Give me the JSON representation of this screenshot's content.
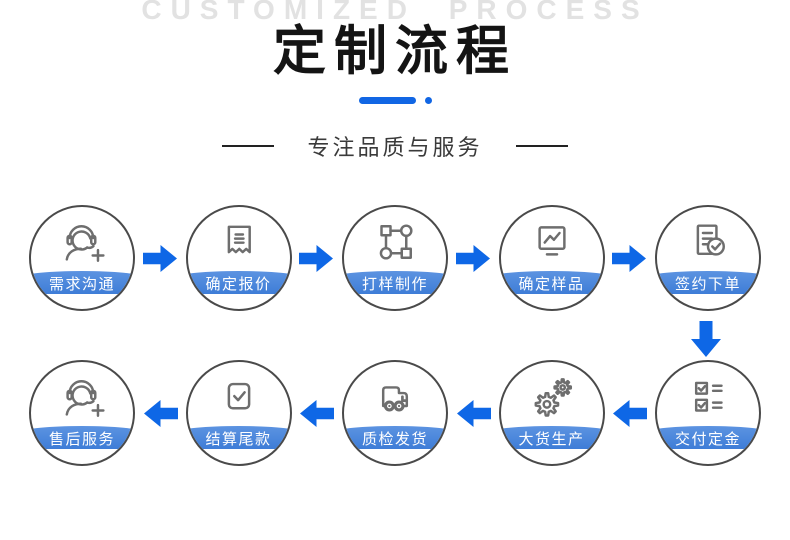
{
  "header": {
    "watermark": "CUSTOMIZED PROCESS",
    "title": "定制流程",
    "subtitle": "专注品质与服务"
  },
  "colors": {
    "arrow_blue": "#0e67e6",
    "divider_blue": "#1166e4",
    "banner_blue_top": "#5c93e1",
    "banner_blue_bottom": "#3e7dd7",
    "watermark_gray": "#e2e2e2",
    "icon_gray": "#6e6e6e",
    "circle_border": "#4a4a4a"
  },
  "process": {
    "row1": [
      {
        "label": "需求沟通",
        "icon": "customer-service-icon"
      },
      {
        "label": "确定报价",
        "icon": "receipt-icon"
      },
      {
        "label": "打样制作",
        "icon": "prototype-nodes-icon"
      },
      {
        "label": "确定样品",
        "icon": "sample-monitor-icon"
      },
      {
        "label": "签约下单",
        "icon": "contract-check-icon"
      }
    ],
    "row2": [
      {
        "label": "交付定金",
        "icon": "deposit-checklist-icon"
      },
      {
        "label": "大货生产",
        "icon": "gears-icon"
      },
      {
        "label": "质检发货",
        "icon": "delivery-truck-icon"
      },
      {
        "label": "结算尾款",
        "icon": "checkbox-check-icon"
      },
      {
        "label": "售后服务",
        "icon": "customer-service-icon"
      }
    ]
  }
}
